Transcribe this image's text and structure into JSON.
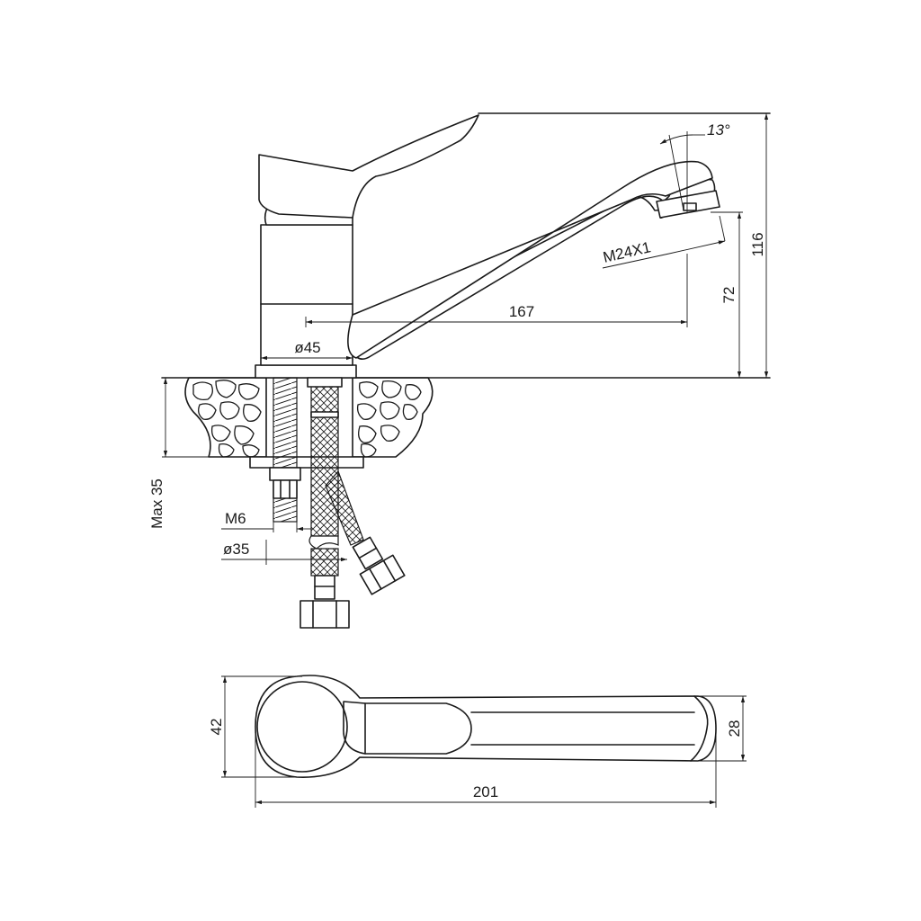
{
  "drawing": {
    "dimensions": {
      "angle": "13°",
      "thread": "M24X1",
      "total_height": "116",
      "spout_height": "72",
      "spout_reach": "167",
      "body_diameter": "ø45",
      "max_thickness": "Max 35",
      "stud": "M6",
      "hole_diameter": "ø35",
      "width": "42",
      "spout_width": "28",
      "total_length": "201"
    },
    "colors": {
      "line": "#1a1a1a",
      "background": "#ffffff"
    }
  }
}
